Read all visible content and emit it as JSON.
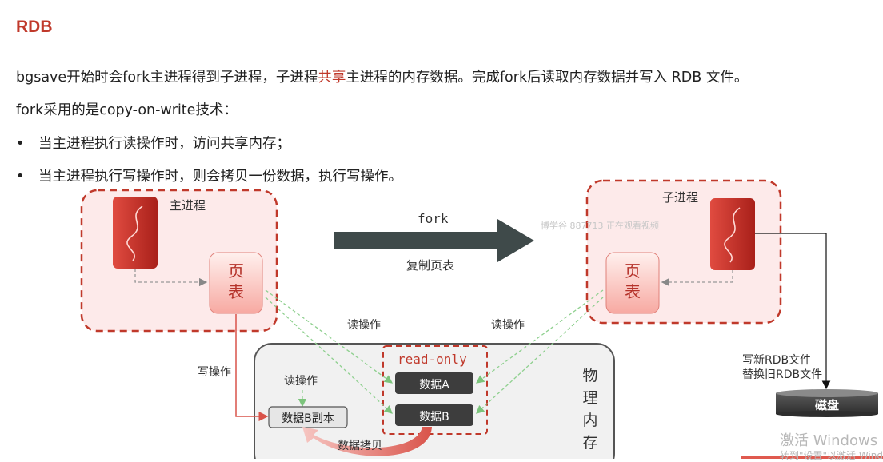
{
  "heading": "RDB",
  "intro": {
    "part1": "bgsave开始时会fork主进程得到子进程，子进程",
    "highlight": "共享",
    "part2": "主进程的内存数据。完成fork后读取内存数据并写入 RDB 文件。"
  },
  "cow_line": "fork采用的是copy-on-write技术：",
  "bullets": [
    "当主进程执行读操作时，访问共享内存；",
    "当主进程执行写操作时，则会拷贝一份数据，执行写操作。"
  ],
  "diagram": {
    "main_process": "主进程",
    "child_process": "子进程",
    "page_table_main": "页\n表",
    "page_table_child": "页\n表",
    "fork_label": "fork",
    "copy_page_table": "复制页表",
    "read_op_left": "读操作",
    "read_op_right": "读操作",
    "read_op_inner": "读操作",
    "write_op": "写操作",
    "read_only": "read-only",
    "data_a": "数据A",
    "data_b": "数据B",
    "data_b_copy": "数据B副本",
    "data_copy": "数据拷贝",
    "physical_memory": "物理内存",
    "write_new_rdb": "写新RDB文件",
    "replace_old_rdb": "替换旧RDB文件",
    "disk": "磁盘"
  },
  "overlay": {
    "watermark": "博学谷 887713 正在观看视频",
    "activate_title": "激活 Windows",
    "activate_hint": "转到\"设置\"以激活 Windows"
  },
  "colors": {
    "accent_red": "#c0392b",
    "dashed_red": "#c0392b",
    "pink_bg": "#fdeaea",
    "memory_bg": "#f1f1f1",
    "data_box": "#3d3d3d",
    "arrow_dark": "#3f4a4a",
    "green_dash": "#8fd08f"
  }
}
